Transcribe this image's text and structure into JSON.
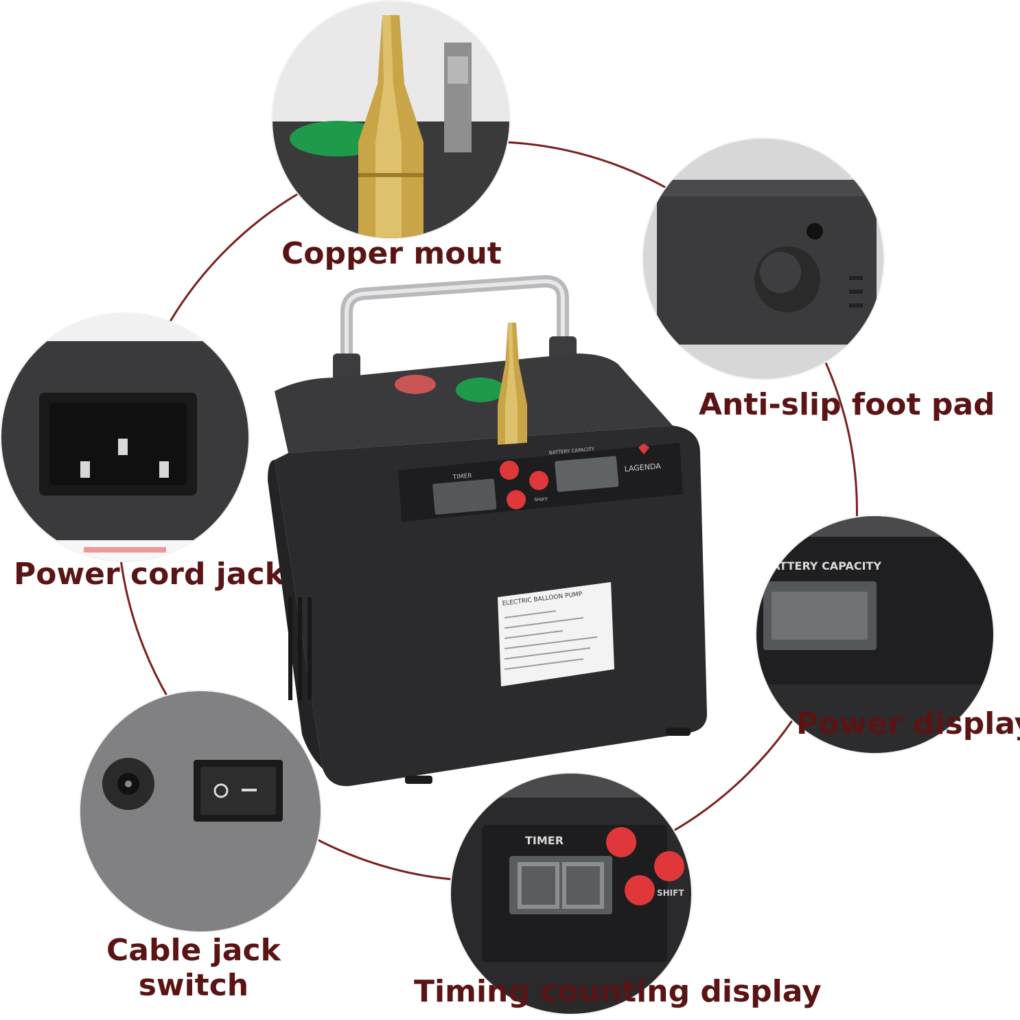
{
  "labels": {
    "copper_mout": "Copper mout",
    "anti_slip_foot_pad": "Anti-slip foot pad",
    "power_cord_jack": "Power cord jack",
    "power_display": "Power display",
    "cable_jack_switch_line1": "Cable jack",
    "cable_jack_switch_line2": "switch",
    "timing_counting_display": "Timing counting display"
  },
  "device": {
    "label_title": "ELECTRIC BALLOON PUMP",
    "panel_timer": "TIMER",
    "panel_battery": "BATTERY CAPACITY",
    "brand": "LAGENDA",
    "shift": "SHIFT"
  },
  "zoom": {
    "battery_capacity": "BATTERY CAPACITY",
    "timer": "TIMER",
    "shift": "SHIFT"
  },
  "colors": {
    "ring": "#7a1f1f",
    "label": "#5a1414",
    "device_body": "#2b2b2d",
    "brass": "#c9a548",
    "green_cap": "#1f9a4a",
    "button_red": "#e0383a"
  }
}
